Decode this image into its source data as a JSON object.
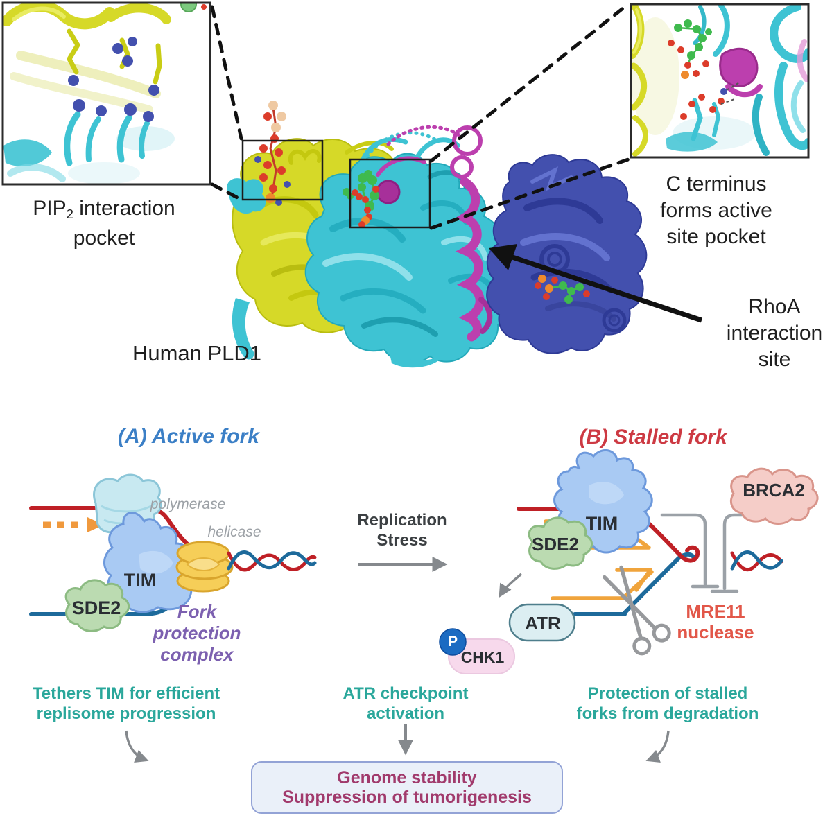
{
  "top": {
    "inset_left": {
      "label_prefix": "PIP",
      "label_sub": "2",
      "label_rest": " interaction",
      "label_line2": "pocket"
    },
    "inset_right": {
      "line1": "C terminus",
      "line2": "forms active",
      "line3": "site pocket"
    },
    "protein_label": "Human PLD1",
    "rhoa": {
      "line1": "RhoA",
      "line2": "interaction",
      "line3": "site"
    }
  },
  "bottom": {
    "panel_a": {
      "title": "(A) Active fork",
      "polymerase": "polymerase",
      "helicase": "helicase",
      "tim": "TIM",
      "sde2": "SDE2",
      "fpc_line1": "Fork",
      "fpc_line2": "protection",
      "fpc_line3": "complex",
      "caption_line1": "Tethers TIM for efficient",
      "caption_line2": "replisome progression"
    },
    "middle": {
      "stress_line1": "Replication",
      "stress_line2": "Stress",
      "p_badge": "P",
      "chk1": "CHK1",
      "caption_line1": "ATR checkpoint",
      "caption_line2": "activation"
    },
    "panel_b": {
      "title": "(B) Stalled fork",
      "tim": "TIM",
      "sde2": "SDE2",
      "brca2": "BRCA2",
      "atr": "ATR",
      "mre11_line1": "MRE11",
      "mre11_line2": "nuclease",
      "caption_line1": "Protection of stalled",
      "caption_line2": "forks from degradation"
    },
    "outcome": {
      "line1": "Genome stability",
      "line2": "Suppression of tumorigenesis"
    }
  },
  "colors": {
    "leading_strand_red": "#bf2026",
    "lagging_strand_blue": "#1d6a9b",
    "nascent_strand_orange": "#f0a43c",
    "teal_caption": "#2aa79b",
    "title_a_blue": "#3b7fc6",
    "title_b_red": "#cd3a43",
    "fpc_purple": "#7c60b0",
    "mre11_red": "#e25749",
    "outcome_text": "#a13a6c",
    "outcome_box_fill": "#eaf0f9",
    "outcome_box_border": "#93a3d6",
    "phospho_blue": "#1b6bc2",
    "chk1_pink": "#f7d9ec",
    "atr_fill": "#dceef2",
    "brca2_pink": "#f5cdc8",
    "sde2_green": "#bbdbb1",
    "tim_blue": "#a9caf3",
    "helicase_gold": "#f6ce58",
    "polymerase_cyan": "#c8e9f1",
    "pld1_cyan": "#3ec3d3",
    "pld1_yellow": "#d6d928",
    "pld1_magenta": "#bc3fae",
    "rhoa_blue": "#4350ae"
  }
}
